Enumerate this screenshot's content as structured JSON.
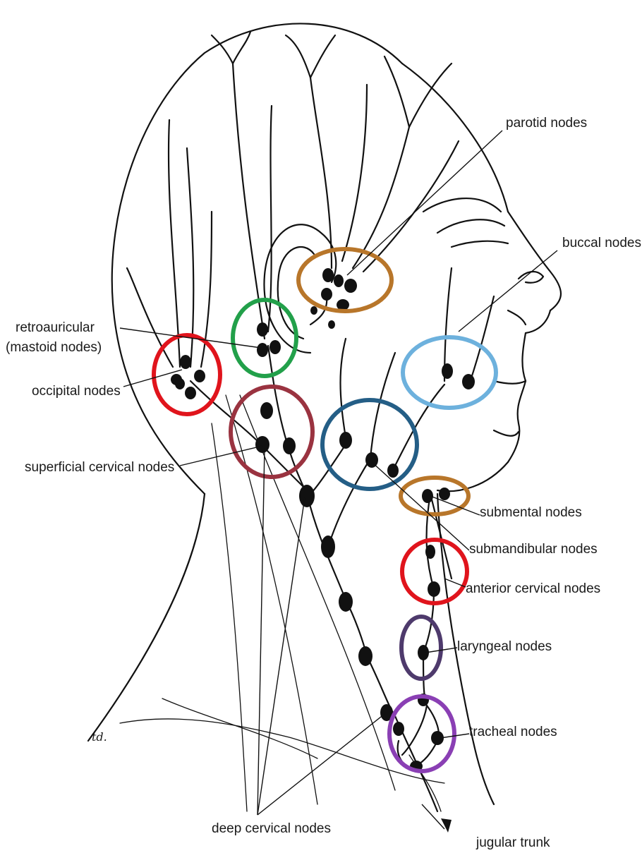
{
  "labels": {
    "parotid": "parotid nodes",
    "buccal": "buccal nodes",
    "retroauricular_1": "retroauricular",
    "retroauricular_2": "(mastoid nodes)",
    "occipital": "occipital nodes",
    "superficial_cervical": "superficial cervical nodes",
    "submental": "submental nodes",
    "submandibular": "submandibular nodes",
    "anterior_cervical": "anterior cervical nodes",
    "laryngeal": "laryngeal nodes",
    "tracheal": "tracheal nodes",
    "deep_cervical": "deep cervical nodes",
    "jugular_trunk": "jugular trunk",
    "signature": "td."
  },
  "ring_colors": {
    "parotid": "#b8762a",
    "retroauricular": "#22a04a",
    "occipital": "#e0141c",
    "superficial_cervical": "#9a3340",
    "buccal": "#6db1dd",
    "submandibular": "#245e86",
    "submental": "#b8762a",
    "anterior_cervical": "#e0141c",
    "laryngeal": "#4e3a6c",
    "tracheal": "#8a3fb4"
  }
}
